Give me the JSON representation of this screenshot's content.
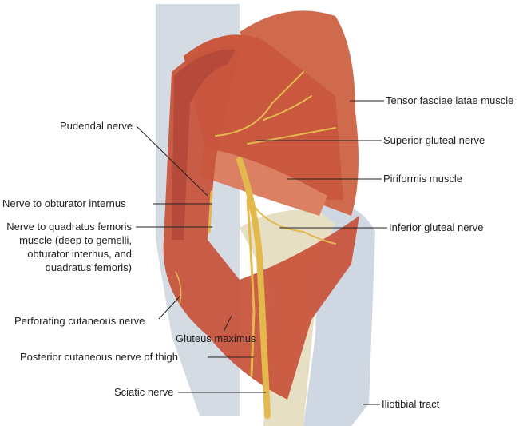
{
  "labels_left": {
    "pudendal": "Pudendal nerve",
    "obturator": "Nerve to obturator internus",
    "quadratus_1": "Nerve to quadratus femoris",
    "quadratus_2": "muscle (deep to gemelli,",
    "quadratus_3": "obturator internus, and",
    "quadratus_4": "quadratus femoris)",
    "perforating": "Perforating cutaneous nerve",
    "gluteus": "Gluteus maximus",
    "posterior": "Posterior cutaneous nerve of thigh",
    "sciatic": "Sciatic nerve"
  },
  "labels_right": {
    "tensor": "Tensor fasciae latae muscle",
    "superior": "Superior gluteal nerve",
    "piriformis": "Piriformis muscle",
    "inferior": "Inferior gluteal nerve",
    "iliotibial": "Iliotibial tract"
  },
  "colors": {
    "muscle": "#c8553d",
    "muscle_light": "#df8a6c",
    "nerve": "#e8c257",
    "fascia": "#c9d2dc",
    "bone": "#e9e2c8"
  }
}
